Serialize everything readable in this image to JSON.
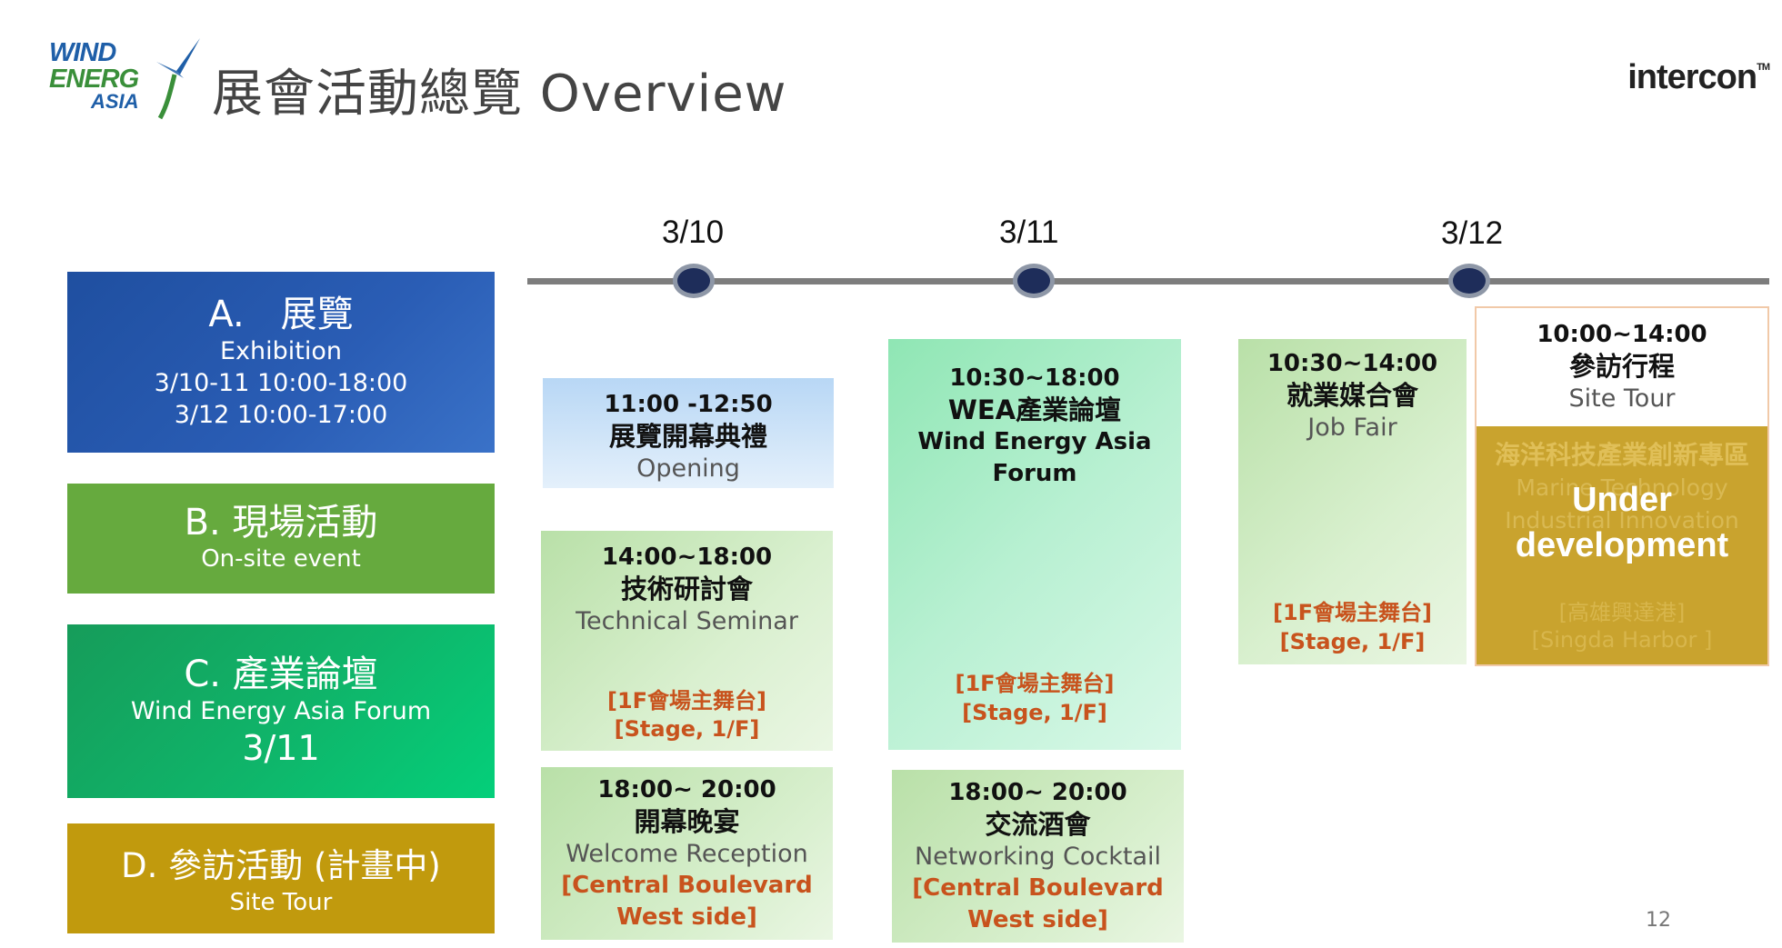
{
  "header": {
    "logo_line1": "WIND",
    "logo_line2": "ENERG",
    "logo_line3": "ASIA",
    "title": "展會活動總覽 Overview",
    "brand": "intercon",
    "brand_mark": "TM"
  },
  "categories": [
    {
      "title": "A.　展覽",
      "sub": "Exhibition",
      "line3": "3/10-11 10:00-18:00",
      "line4": "3/12 10:00-17:00",
      "color": "#2a5db5"
    },
    {
      "title": "B. 現場活動",
      "sub": "On-site event",
      "color": "#66aa3e"
    },
    {
      "title": "C. 產業論壇",
      "sub": "Wind Energy Asia Forum",
      "line3": "3/11",
      "color": "#0fb56a"
    },
    {
      "title": "D. 參訪活動 (計畫中)",
      "sub": "Site Tour",
      "color": "#c19a0d"
    }
  ],
  "timeline": {
    "dates": [
      "3/10",
      "3/11",
      "3/12"
    ]
  },
  "events": {
    "opening": {
      "time": "11:00 -12:50",
      "zh": "展覽開幕典禮",
      "en": "Opening"
    },
    "seminar": {
      "time": "14:00~18:00",
      "zh": "技術研討會",
      "en": "Technical Seminar",
      "loc_zh": "[1F會場主舞台]",
      "loc_en": "[Stage, 1/F]"
    },
    "dinner": {
      "time": "18:00~ 20:00",
      "zh": "開幕晚宴",
      "en": "Welcome Reception",
      "loc1": "[Central Boulevard",
      "loc2": "West side]"
    },
    "forum": {
      "time": "10:30~18:00",
      "zh": "WEA產業論壇",
      "en1": "Wind Energy Asia",
      "en2": "Forum",
      "loc_zh": "[1F會場主舞台]",
      "loc_en": "[Stage, 1/F]"
    },
    "cocktail": {
      "time": "18:00~ 20:00",
      "zh": "交流酒會",
      "en": "Networking Cocktail",
      "loc1": "[Central Boulevard",
      "loc2": "West side]"
    },
    "jobfair": {
      "time": "10:30~14:00",
      "zh": "就業媒合會",
      "en": "Job Fair",
      "loc_zh": "[1F會場主舞台]",
      "loc_en": "[Stage, 1/F]"
    },
    "tour": {
      "time": "10:00~14:00",
      "zh": "參訪行程",
      "en": "Site Tour",
      "faint_zh": "海洋科技產業創新專區",
      "faint_en1": "Marine Technology",
      "faint_en2": "Industrial Innovation",
      "overlay1": "Under",
      "overlay2": "development",
      "faint_loc_zh": "[高雄興達港]",
      "faint_loc_en": "[Singda Harbor ]"
    }
  },
  "page_number": "12"
}
